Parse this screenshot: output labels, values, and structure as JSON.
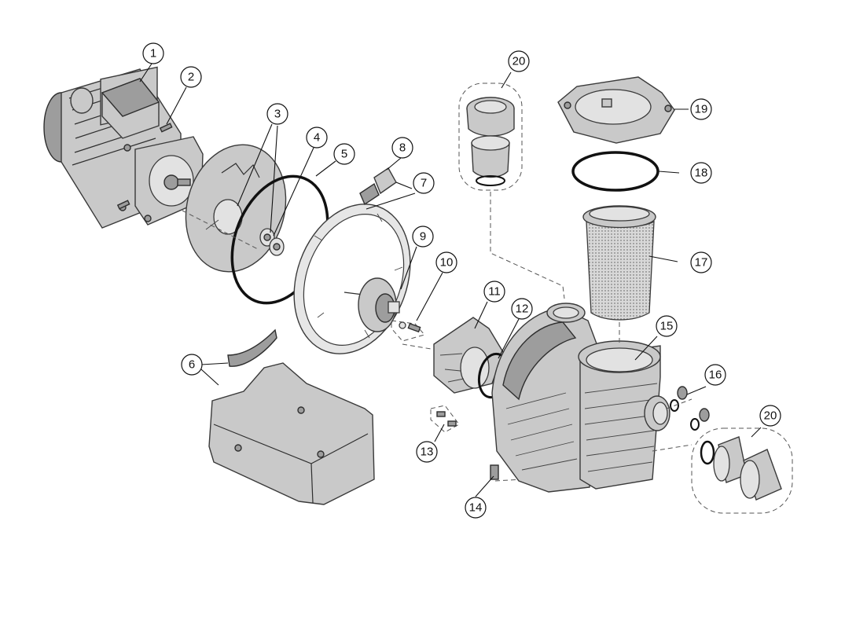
{
  "callouts": [
    {
      "id": "c1",
      "label": "1"
    },
    {
      "id": "c2",
      "label": "2"
    },
    {
      "id": "c3",
      "label": "3"
    },
    {
      "id": "c4",
      "label": "4"
    },
    {
      "id": "c5",
      "label": "5"
    },
    {
      "id": "c6",
      "label": "6"
    },
    {
      "id": "c7",
      "label": "7"
    },
    {
      "id": "c8",
      "label": "8"
    },
    {
      "id": "c9",
      "label": "9"
    },
    {
      "id": "c10",
      "label": "10"
    },
    {
      "id": "c11",
      "label": "11"
    },
    {
      "id": "c12",
      "label": "12"
    },
    {
      "id": "c13",
      "label": "13"
    },
    {
      "id": "c14",
      "label": "14"
    },
    {
      "id": "c15",
      "label": "15"
    },
    {
      "id": "c16",
      "label": "16"
    },
    {
      "id": "c17",
      "label": "17"
    },
    {
      "id": "c18",
      "label": "18"
    },
    {
      "id": "c19",
      "label": "19"
    },
    {
      "id": "c20a",
      "label": "20"
    },
    {
      "id": "c20b",
      "label": "20"
    }
  ],
  "colors": {
    "part": "#c9c9c9",
    "outline": "#3a3a3a",
    "background": "#ffffff"
  }
}
